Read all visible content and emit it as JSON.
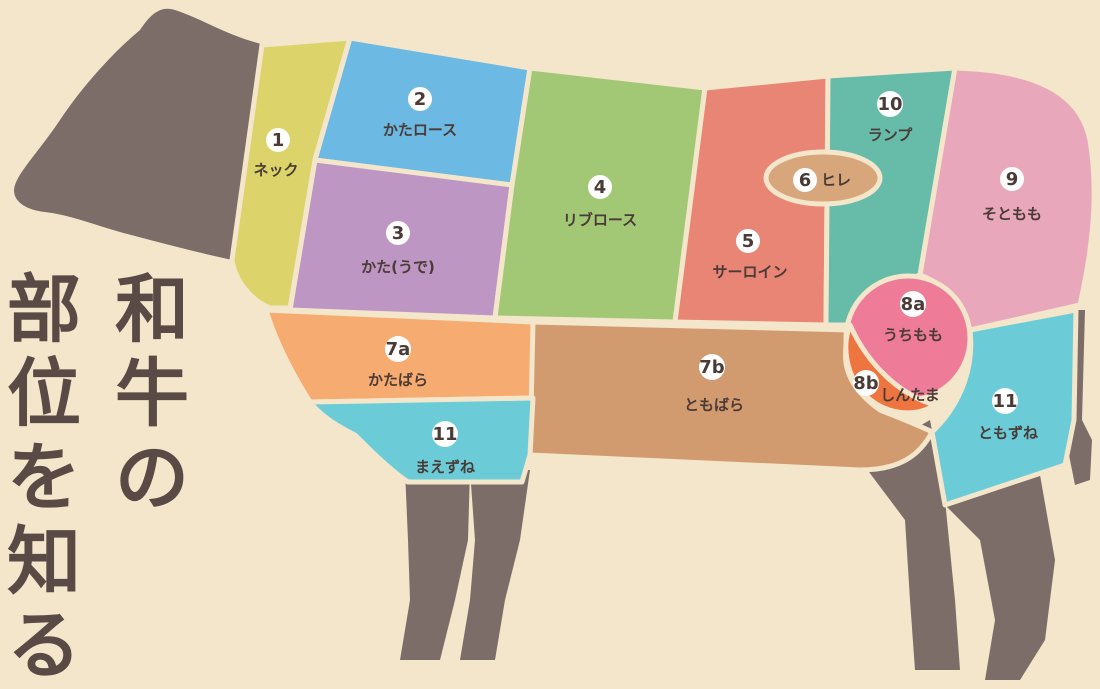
{
  "title": {
    "line1": "和牛の",
    "line2": "部位を知る"
  },
  "colors": {
    "background": "#f3e6cb",
    "body": "#7c6d69",
    "outline": "#f3e6cb",
    "text": "#4a3b37"
  },
  "parts": [
    {
      "id": "1",
      "number": "1",
      "name": "ネック",
      "color": "#dcd46a"
    },
    {
      "id": "2",
      "number": "2",
      "name": "かたロース",
      "color": "#6cb9e3"
    },
    {
      "id": "3",
      "number": "3",
      "name": "かた(うで)",
      "color": "#be96c4"
    },
    {
      "id": "4",
      "number": "4",
      "name": "リブロース",
      "color": "#a2c775"
    },
    {
      "id": "5",
      "number": "5",
      "name": "サーロイン",
      "color": "#e98574"
    },
    {
      "id": "6",
      "number": "6",
      "name": "ヒレ",
      "color": "#d8a67b"
    },
    {
      "id": "7a",
      "number": "7a",
      "name": "かたばら",
      "color": "#f6ab70"
    },
    {
      "id": "7b",
      "number": "7b",
      "name": "ともばら",
      "color": "#d29b6f"
    },
    {
      "id": "8a",
      "number": "8a",
      "name": "うちもも",
      "color": "#ee7c98"
    },
    {
      "id": "8b",
      "number": "8b",
      "name": "しんたま",
      "color": "#ee7440"
    },
    {
      "id": "9",
      "number": "9",
      "name": "そともも",
      "color": "#e9a7bb"
    },
    {
      "id": "10",
      "number": "10",
      "name": "ランプ",
      "color": "#66bba9"
    },
    {
      "id": "11a",
      "number": "11",
      "name": "まえずね",
      "color": "#6bccd8"
    },
    {
      "id": "11b",
      "number": "11",
      "name": "ともずね",
      "color": "#6bccd8"
    }
  ]
}
